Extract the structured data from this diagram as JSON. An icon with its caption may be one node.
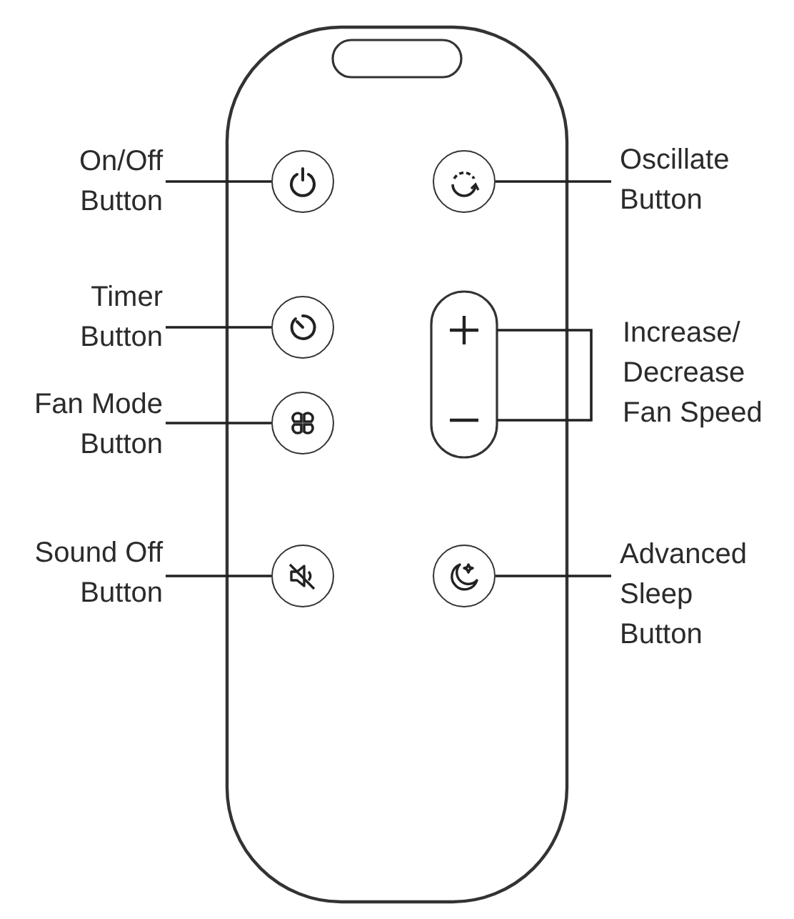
{
  "diagram": {
    "nodes": [
      {
        "text": [
          "On/Off Button"
        ]
      },
      {
        "text": [],
        "shape": "circle"
      },
      {
        "text": [],
        "shape": "circle"
      },
      {
        "text": [
          "Oscillate Button"
        ]
      },
      {
        "text": [
          "Timer Button"
        ]
      },
      {
        "text": [],
        "shape": "circle"
      },
      {
        "text": [],
        "shape": "box"
      },
      {
        "text": [
          "Increase/ Decrease Fan Speed"
        ]
      },
      {
        "text": [
          "Fan Mode Button"
        ]
      },
      {
        "text": [],
        "shape": "circle"
      },
      {
        "text": [],
        "shape": "box"
      },
      {
        "text": [
          "Sound Off Button"
        ]
      },
      {
        "text": [],
        "shape": "circle"
      },
      {
        "text": [],
        "shape": "circle"
      },
      {
        "text": [
          "Advanced Sleep Button"
        ]
      }
    ],
    "edges": [
      {
        "from": 0,
        "to": 1,
        "arrow": "none"
      },
      {
        "from": 3,
        "to": 2,
        "arrow": "none"
      },
      {
        "from": 4,
        "to": 5,
        "arrow": "none"
      },
      {
        "from": 7,
        "to": 6,
        "arrow": "none"
      },
      {
        "from": 7,
        "to": 10,
        "arrow": "none"
      },
      {
        "from": 8,
        "to": 9,
        "arrow": "none"
      },
      {
        "from": 11,
        "to": 12,
        "arrow": "none"
      },
      {
        "from": 14,
        "to": 13,
        "arrow": "none"
      }
    ]
  }
}
